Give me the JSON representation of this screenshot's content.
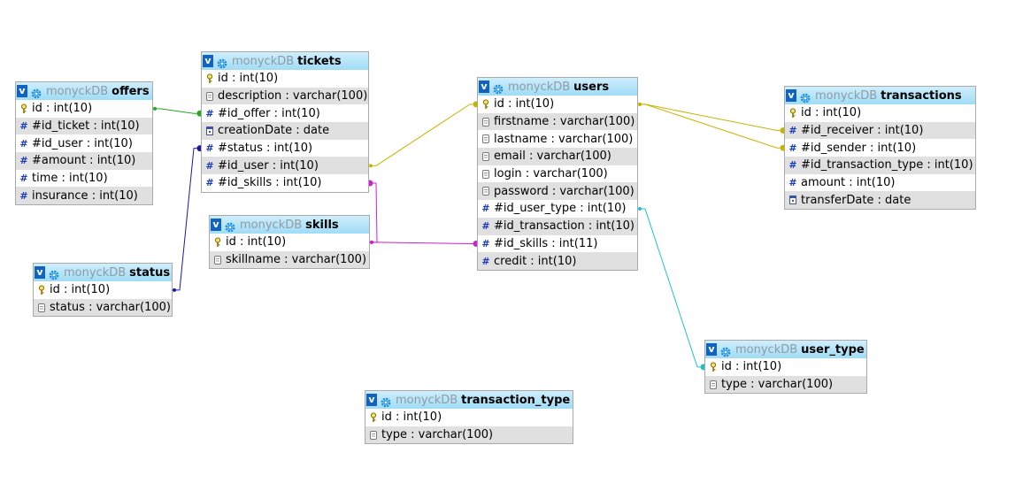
{
  "tables": [
    {
      "key": "offers",
      "database": "monyckDB",
      "name": "offers",
      "fields": [
        {
          "label": "id : int(10)",
          "kind": "key"
        },
        {
          "label": "#id_ticket : int(10)",
          "kind": "hash"
        },
        {
          "label": "#id_user : int(10)",
          "kind": "hash"
        },
        {
          "label": "#amount : int(10)",
          "kind": "hash"
        },
        {
          "label": "time : int(10)",
          "kind": "hash"
        },
        {
          "label": "insurance : int(10)",
          "kind": "hash"
        }
      ]
    },
    {
      "key": "tickets",
      "database": "monyckDB",
      "name": "tickets",
      "fields": [
        {
          "label": "id : int(10)",
          "kind": "key"
        },
        {
          "label": "description : varchar(100)",
          "kind": "text"
        },
        {
          "label": "#id_offer : int(10)",
          "kind": "hash"
        },
        {
          "label": "creationDate : date",
          "kind": "date"
        },
        {
          "label": "#status : int(10)",
          "kind": "hash"
        },
        {
          "label": "#id_user : int(10)",
          "kind": "hash"
        },
        {
          "label": "#id_skills : int(10)",
          "kind": "hash"
        }
      ]
    },
    {
      "key": "status",
      "database": "monyckDB",
      "name": "status",
      "fields": [
        {
          "label": "id : int(10)",
          "kind": "key"
        },
        {
          "label": "status : varchar(100)",
          "kind": "text"
        }
      ]
    },
    {
      "key": "skills",
      "database": "monyckDB",
      "name": "skills",
      "fields": [
        {
          "label": "id : int(10)",
          "kind": "key"
        },
        {
          "label": "skillname : varchar(100)",
          "kind": "text"
        }
      ]
    },
    {
      "key": "users",
      "database": "monyckDB",
      "name": "users",
      "fields": [
        {
          "label": "id : int(10)",
          "kind": "key"
        },
        {
          "label": "firstname : varchar(100)",
          "kind": "text"
        },
        {
          "label": "lastname : varchar(100)",
          "kind": "text"
        },
        {
          "label": "email : varchar(100)",
          "kind": "text"
        },
        {
          "label": "login : varchar(100)",
          "kind": "text"
        },
        {
          "label": "password : varchar(100)",
          "kind": "text"
        },
        {
          "label": "#id_user_type : int(10)",
          "kind": "hash"
        },
        {
          "label": "#id_transaction : int(10)",
          "kind": "hash"
        },
        {
          "label": "#id_skills : int(11)",
          "kind": "hash"
        },
        {
          "label": "credit : int(10)",
          "kind": "hash"
        }
      ]
    },
    {
      "key": "transactions",
      "database": "monyckDB",
      "name": "transactions",
      "fields": [
        {
          "label": "id : int(10)",
          "kind": "key"
        },
        {
          "label": "#id_receiver : int(10)",
          "kind": "hash"
        },
        {
          "label": "#id_sender : int(10)",
          "kind": "hash"
        },
        {
          "label": "#id_transaction_type : int(10)",
          "kind": "hash"
        },
        {
          "label": "amount : int(10)",
          "kind": "hash"
        },
        {
          "label": "transferDate : date",
          "kind": "date"
        }
      ]
    },
    {
      "key": "user_type",
      "database": "monyckDB",
      "name": "user_type",
      "fields": [
        {
          "label": "id : int(10)",
          "kind": "key"
        },
        {
          "label": "type : varchar(100)",
          "kind": "text"
        }
      ]
    },
    {
      "key": "transaction_type",
      "database": "monyckDB",
      "name": "transaction_type",
      "fields": [
        {
          "label": "id : int(10)",
          "kind": "key"
        },
        {
          "label": "type : varchar(100)",
          "kind": "text"
        }
      ]
    }
  ],
  "relations": [
    {
      "from": "offers.id",
      "to": "tickets.#id_offer",
      "color": "#22aa22"
    },
    {
      "from": "status.id",
      "to": "tickets.#status",
      "color": "#1a1aa0"
    },
    {
      "from": "tickets.#id_user",
      "to": "users.id",
      "color": "#c8b400"
    },
    {
      "from": "skills.id",
      "to": "tickets.#id_skills",
      "color": "#cc22cc"
    },
    {
      "from": "skills.id",
      "to": "users.#id_skills",
      "color": "#cc22cc"
    },
    {
      "from": "users.id",
      "to": "transactions.#id_receiver",
      "color": "#c8b400"
    },
    {
      "from": "users.id",
      "to": "transactions.#id_sender",
      "color": "#c8b400"
    },
    {
      "from": "users.#id_user_type",
      "to": "user_type.id",
      "color": "#22c0cc"
    }
  ],
  "icons": {
    "toggle": "v",
    "key": "key-icon",
    "text": "text-field-icon",
    "hash": "hash-icon",
    "date": "date-icon",
    "settings": "gear-icon"
  }
}
